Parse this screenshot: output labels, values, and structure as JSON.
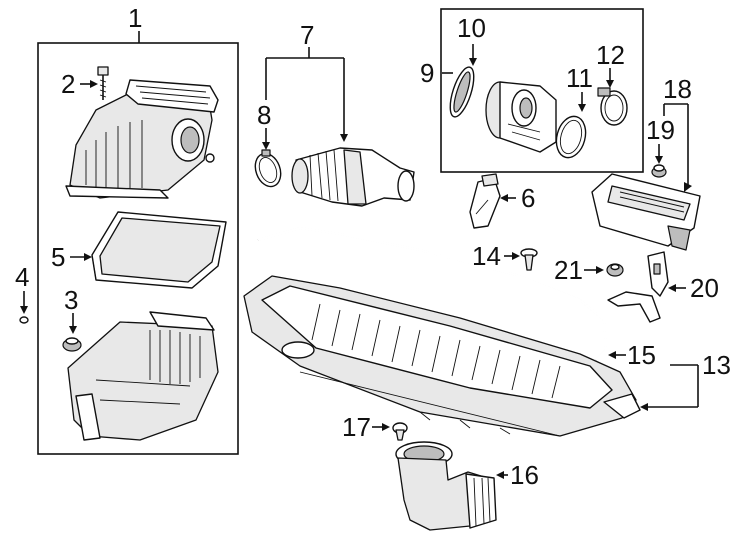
{
  "diagram": {
    "callouts": {
      "c1": "1",
      "c2": "2",
      "c3": "3",
      "c4": "4",
      "c5": "5",
      "c6": "6",
      "c7": "7",
      "c8": "8",
      "c9": "9",
      "c10": "10",
      "c11": "11",
      "c12": "12",
      "c13": "13",
      "c14": "14",
      "c15": "15",
      "c16": "16",
      "c17": "17",
      "c18": "18",
      "c19": "19",
      "c20": "20",
      "c21": "21"
    },
    "icons": [
      "arrow-pointer",
      "bolt",
      "clip",
      "clamp",
      "grommet",
      "bracket",
      "nut"
    ]
  }
}
